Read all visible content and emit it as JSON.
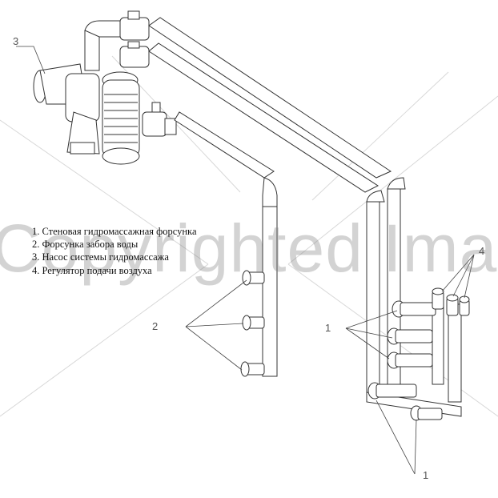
{
  "legend": [
    "1. Стеновая гидромассажная форсунка",
    "2. Форсунка забора воды",
    "3. Насос системы гидромассажа",
    "4. Регулятор подачи воздуха"
  ],
  "callouts": {
    "pump": "3",
    "intake": "2",
    "jets_upper": "1",
    "jets_lower": "1",
    "air": "4"
  },
  "watermark": "Copyrighted Image"
}
